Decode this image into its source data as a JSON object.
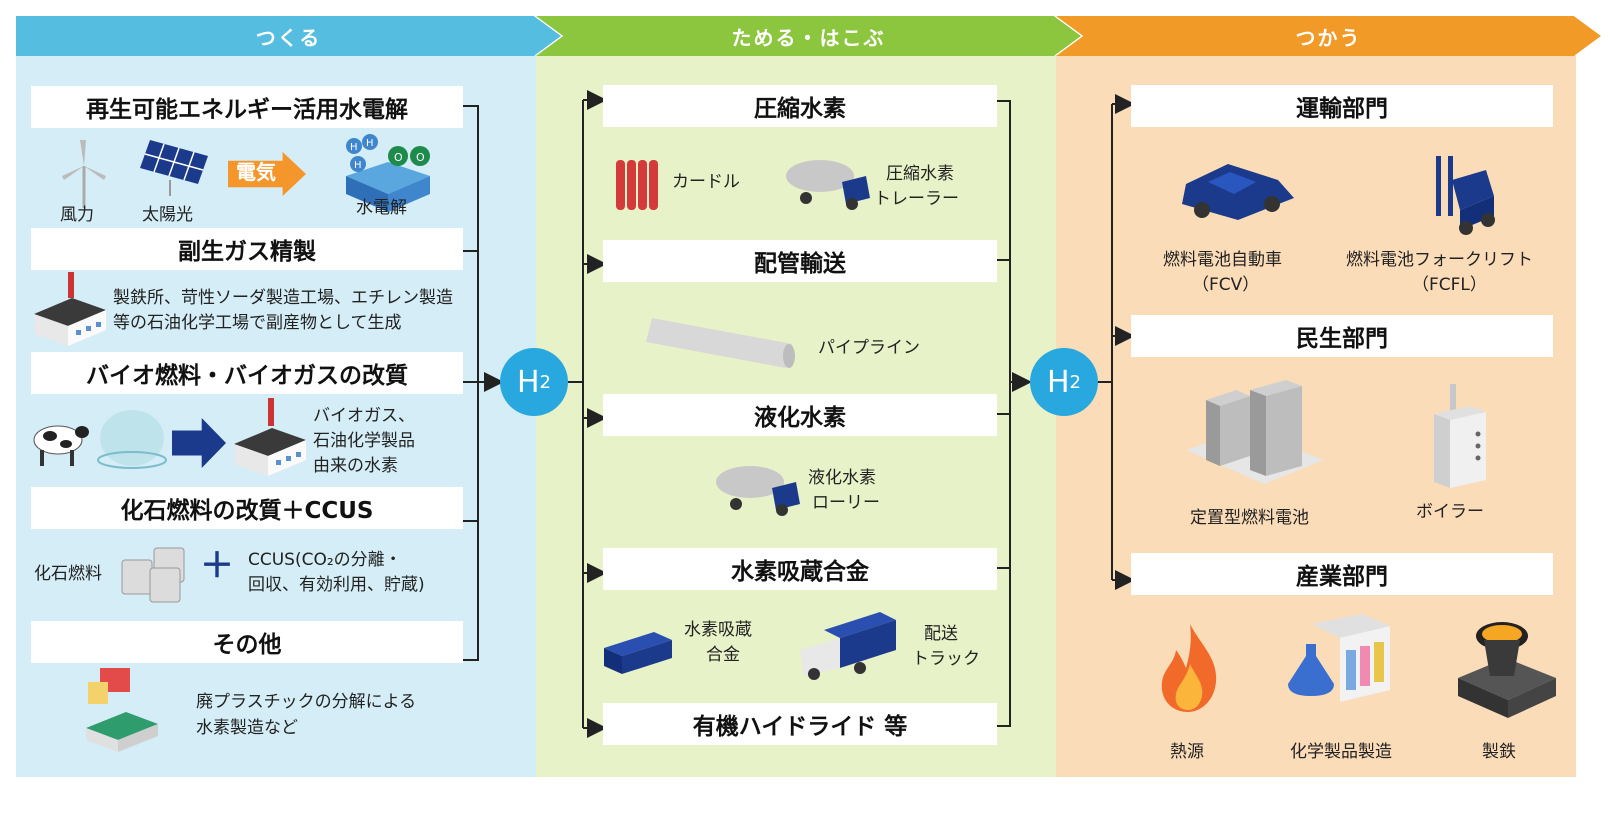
{
  "headers": {
    "make": "つくる",
    "store": "ためる・はこぶ",
    "use": "つかう"
  },
  "hub_label": "H",
  "hub_sub": "2",
  "produce": {
    "electrolysis": {
      "title": "再生可能エネルギー活用水電解",
      "wind": "風力",
      "solar": "太陽光",
      "electricity": "電気",
      "electrolysis_label": "水電解"
    },
    "byproduct": {
      "title": "副生ガス精製",
      "desc_1": "製鉄所、苛性ソーダ製造工場、エチレン製造",
      "desc_2": "等の石油化学工場で副産物として生成"
    },
    "bio": {
      "title": "バイオ燃料・バイオガスの改質",
      "desc_1": "バイオガス、",
      "desc_2": "石油化学製品",
      "desc_3": "由来の水素"
    },
    "fossil": {
      "title": "化石燃料の改質＋CCUS",
      "fuel": "化石燃料",
      "ccus_1": "CCUS(CO₂の分離・",
      "ccus_2": "回収、有効利用、貯蔵)"
    },
    "other": {
      "title": "その他",
      "desc_1": "廃プラスチックの分解による",
      "desc_2": "水素製造など"
    }
  },
  "store": {
    "compressed": {
      "title": "圧縮水素",
      "curdle": "カードル",
      "trailer_1": "圧縮水素",
      "trailer_2": "トレーラー"
    },
    "pipeline": {
      "title": "配管輸送",
      "pipe": "パイプライン"
    },
    "liquid": {
      "title": "液化水素",
      "lorry_1": "液化水素",
      "lorry_2": "ローリー"
    },
    "alloy": {
      "title": "水素吸蔵合金",
      "alloy_1": "水素吸蔵",
      "alloy_2": "合金",
      "truck_1": "配送",
      "truck_2": "トラック"
    },
    "organic": {
      "title": "有機ハイドライド 等"
    }
  },
  "use": {
    "transport": {
      "title": "運輸部門",
      "fcv_1": "燃料電池自動車",
      "fcv_2": "（FCV）",
      "fcfl_1": "燃料電池フォークリフト",
      "fcfl_2": "（FCFL）"
    },
    "residential": {
      "title": "民生部門",
      "fuelcell": "定置型燃料電池",
      "boiler": "ボイラー"
    },
    "industry": {
      "title": "産業部門",
      "heat": "熱源",
      "chem": "化学製品製造",
      "steel": "製鉄"
    }
  }
}
